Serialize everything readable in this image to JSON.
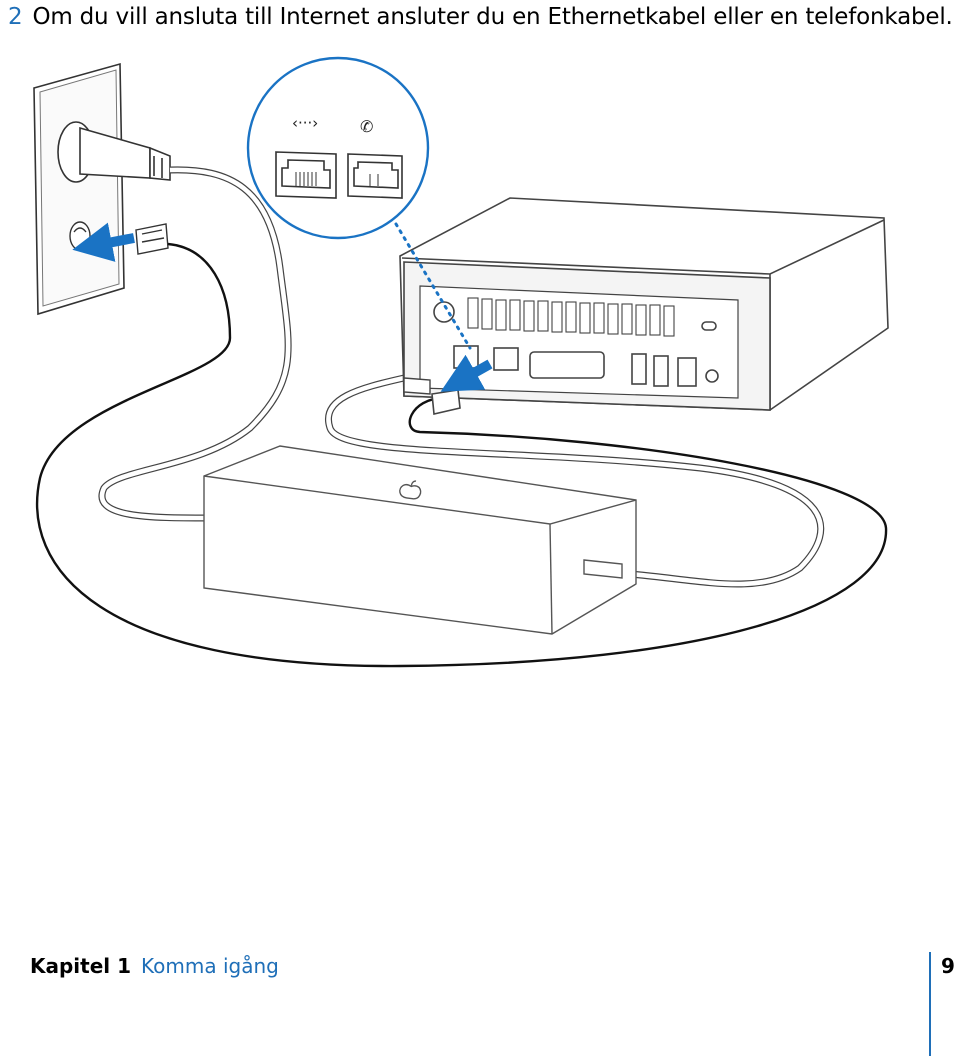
{
  "step": {
    "number": "2",
    "text": "Om du vill ansluta till Internet ansluter du en Ethernetkabel eller en telefonkabel."
  },
  "illustration": {
    "icons": [
      "ethernet-port-icon",
      "modem-phone-icon",
      "apple-logo-icon",
      "power-button-icon",
      "usb-icon",
      "firewire-icon",
      "headphone-icon",
      "lock-slot-icon",
      "display-port-icon"
    ],
    "colors": {
      "accent": "#1f6fb8",
      "line": "#333333",
      "arrow": "#1a73c4"
    }
  },
  "footer": {
    "chapter_label": "Kapitel 1",
    "chapter_name": "Komma igång",
    "page_number": "9"
  }
}
